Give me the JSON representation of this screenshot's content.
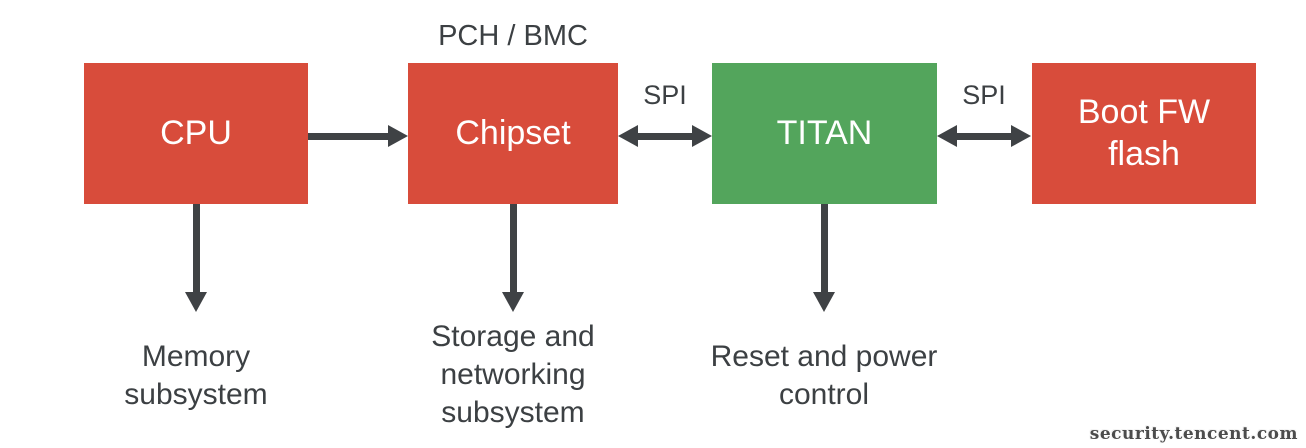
{
  "diagram": {
    "caption_top": "PCH / BMC",
    "boxes": [
      {
        "id": "cpu",
        "label": "CPU",
        "color": "#d84c3b"
      },
      {
        "id": "chipset",
        "label": "Chipset",
        "color": "#d84c3b"
      },
      {
        "id": "titan",
        "label": "TITAN",
        "color": "#53a55c"
      },
      {
        "id": "bootfw",
        "label": "Boot FW flash",
        "color": "#d84c3b"
      }
    ],
    "bus_labels": {
      "chipset_titan": "SPI",
      "titan_bootfw": "SPI"
    },
    "sub_labels": [
      {
        "id": "memory",
        "text": "Memory subsystem"
      },
      {
        "id": "storage",
        "text": "Storage and networking subsystem"
      },
      {
        "id": "reset",
        "text": "Reset and power control"
      }
    ],
    "arrows": [
      {
        "from": "cpu",
        "to": "chipset",
        "direction": "right"
      },
      {
        "from": "chipset",
        "to": "titan",
        "direction": "both"
      },
      {
        "from": "titan",
        "to": "bootfw",
        "direction": "both"
      },
      {
        "from": "cpu",
        "to": "memory",
        "direction": "down"
      },
      {
        "from": "chipset",
        "to": "storage",
        "direction": "down"
      },
      {
        "from": "titan",
        "to": "reset",
        "direction": "down"
      }
    ],
    "colors": {
      "box_red": "#d84c3b",
      "box_green": "#53a55c",
      "arrow": "#3f4245",
      "text": "#3c4043",
      "box_text": "#ffffff"
    },
    "watermark": "security.tencent.com"
  }
}
